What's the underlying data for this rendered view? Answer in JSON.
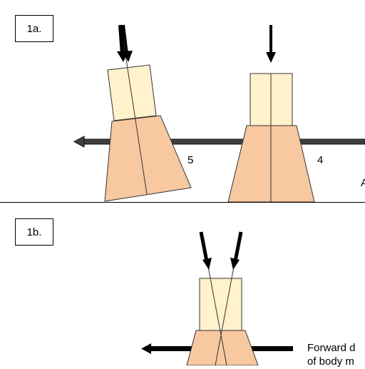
{
  "panels": {
    "a": {
      "label": "1a.",
      "figure_left_number": "5",
      "figure_right_number": "4",
      "cut_char": "A"
    },
    "b": {
      "label": "1b.",
      "caption_line1": "Forward d",
      "caption_line2": "of body m"
    }
  },
  "colors": {
    "body_fill": "#f8c8a0",
    "head_fill": "#fff2cc",
    "stroke": "#333333",
    "arrow": "#000000",
    "bar": "#404040"
  }
}
